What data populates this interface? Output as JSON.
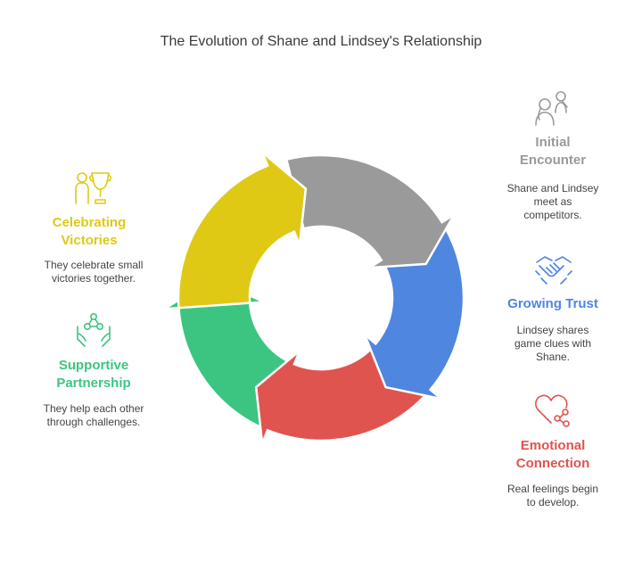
{
  "title": "The Evolution of Shane and Lindsey's Relationship",
  "colors": {
    "gray": "#9a9a9a",
    "blue": "#4f86e0",
    "red": "#e0544f",
    "green": "#3cc581",
    "yellow": "#e0c915"
  },
  "stages": {
    "initial": {
      "title_line1": "Initial",
      "title_line2": "Encounter",
      "desc_line1": "Shane and Lindsey",
      "desc_line2": "meet as",
      "desc_line3": "competitors.",
      "icon": "two-people-icon"
    },
    "trust": {
      "title": "Growing Trust",
      "desc_line1": "Lindsey shares",
      "desc_line2": "game clues with",
      "desc_line3": "Shane.",
      "icon": "handshake-icon"
    },
    "emotional": {
      "title_line1": "Emotional",
      "title_line2": "Connection",
      "desc_line1": "Real feelings begin",
      "desc_line2": "to develop.",
      "icon": "heart-network-icon"
    },
    "supportive": {
      "title_line1": "Supportive",
      "title_line2": "Partnership",
      "desc_line1": "They help each other",
      "desc_line2": "through challenges.",
      "icon": "hands-people-icon"
    },
    "celebrating": {
      "title_line1": "Celebrating",
      "title_line2": "Victories",
      "desc_line1": "They celebrate small",
      "desc_line2": "victories together.",
      "icon": "person-trophy-icon"
    }
  }
}
